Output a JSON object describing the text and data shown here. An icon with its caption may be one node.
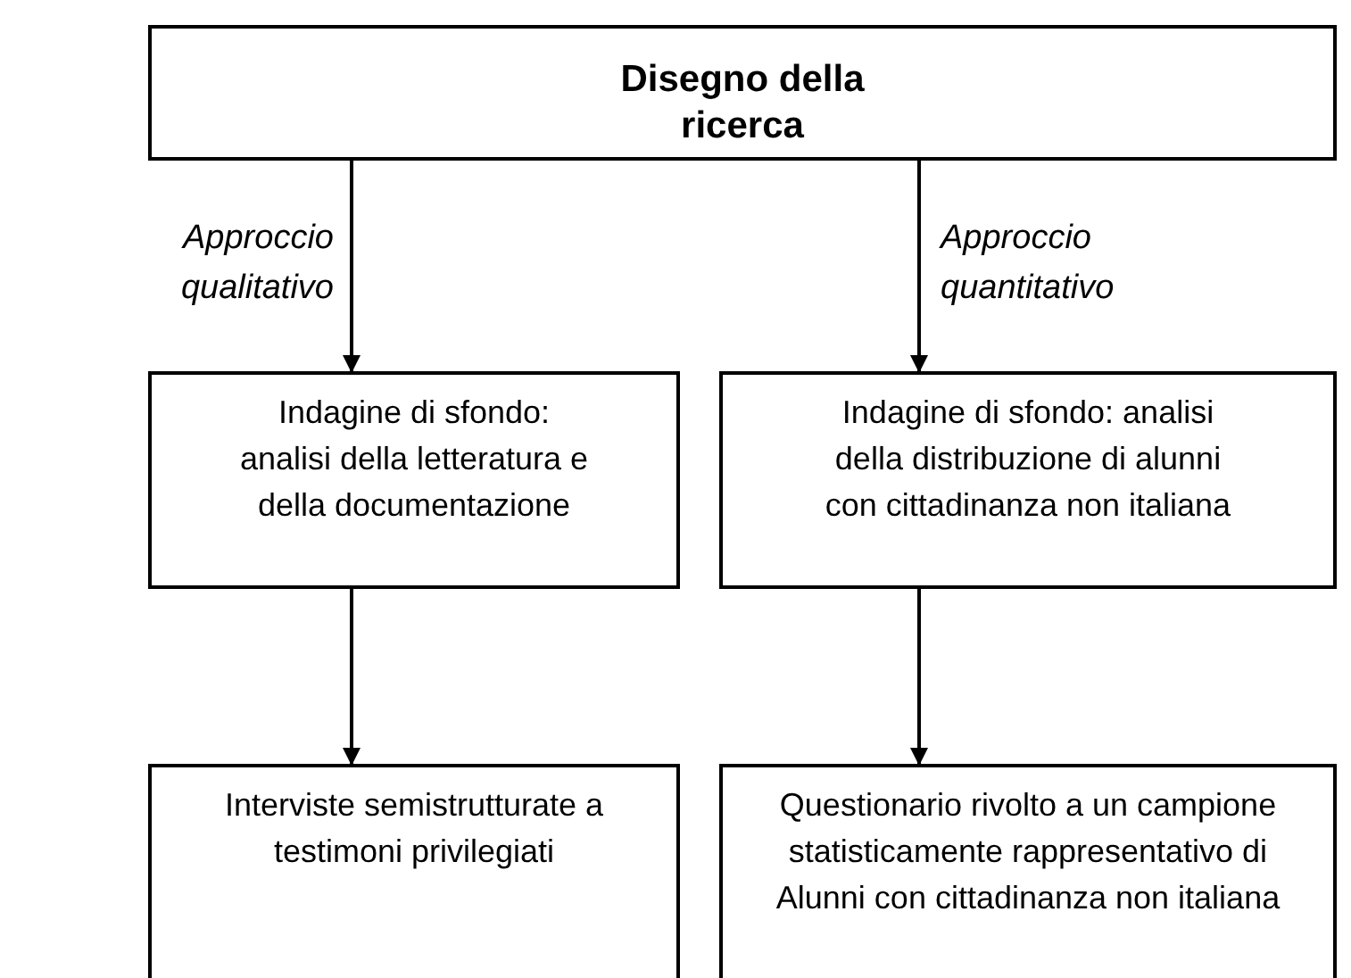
{
  "diagram": {
    "nodes": [
      {
        "text": [
          "Disegno della ricerca"
        ]
      },
      {
        "text": [
          "Indagine di sfondo: analisi della letteratura e della documentazione"
        ]
      },
      {
        "text": [
          "Indagine di sfondo: analisi della distribuzione di alunni con cittadinanza non italiana"
        ]
      },
      {
        "text": [
          "Interviste semistrutturate a testimoni privilegiati"
        ]
      },
      {
        "text": [
          "Questionario rivolto a un campione statisticamente rappresentativo di Alunni con cittadinanza non italiana"
        ]
      }
    ],
    "edges": [
      {
        "from": 0,
        "to": 1,
        "arrow": "to",
        "label": "Approccio qualitativo"
      },
      {
        "from": 0,
        "to": 2,
        "arrow": "to",
        "label": "Approccio quantitativo"
      },
      {
        "from": 1,
        "to": 3,
        "arrow": "to"
      },
      {
        "from": 2,
        "to": 4,
        "arrow": "to"
      }
    ]
  }
}
